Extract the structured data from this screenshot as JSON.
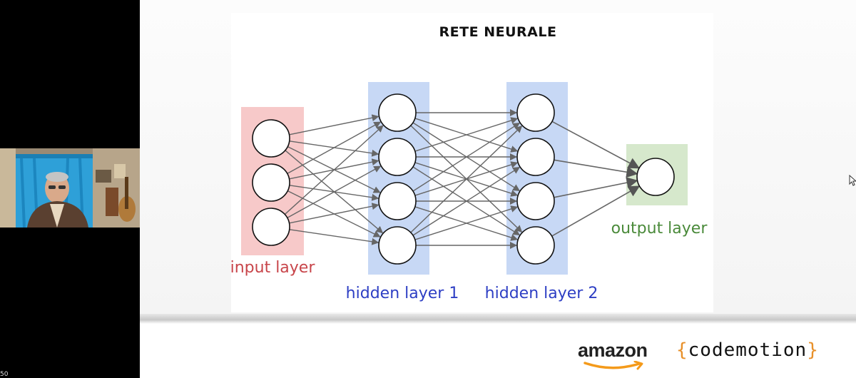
{
  "slide": {
    "title": "RETE NEURALE",
    "diagram": {
      "layers": [
        {
          "label": "input layer",
          "nodes": 3,
          "color": "#c8454a",
          "bg": "#f7c9c9"
        },
        {
          "label": "hidden layer 1",
          "nodes": 4,
          "color": "#2e3fc4",
          "bg": "#c7d8f5"
        },
        {
          "label": "hidden layer 2",
          "nodes": 4,
          "color": "#2e3fc4",
          "bg": "#c7d8f5"
        },
        {
          "label": "output layer",
          "nodes": 1,
          "color": "#4a8a3a",
          "bg": "#d6e8cc"
        }
      ]
    }
  },
  "footer": {
    "amazon": "amazon",
    "codemotion_open": "{",
    "codemotion_text": "codemotion",
    "codemotion_close": "}"
  },
  "webcam": {
    "corner_number": "50"
  }
}
